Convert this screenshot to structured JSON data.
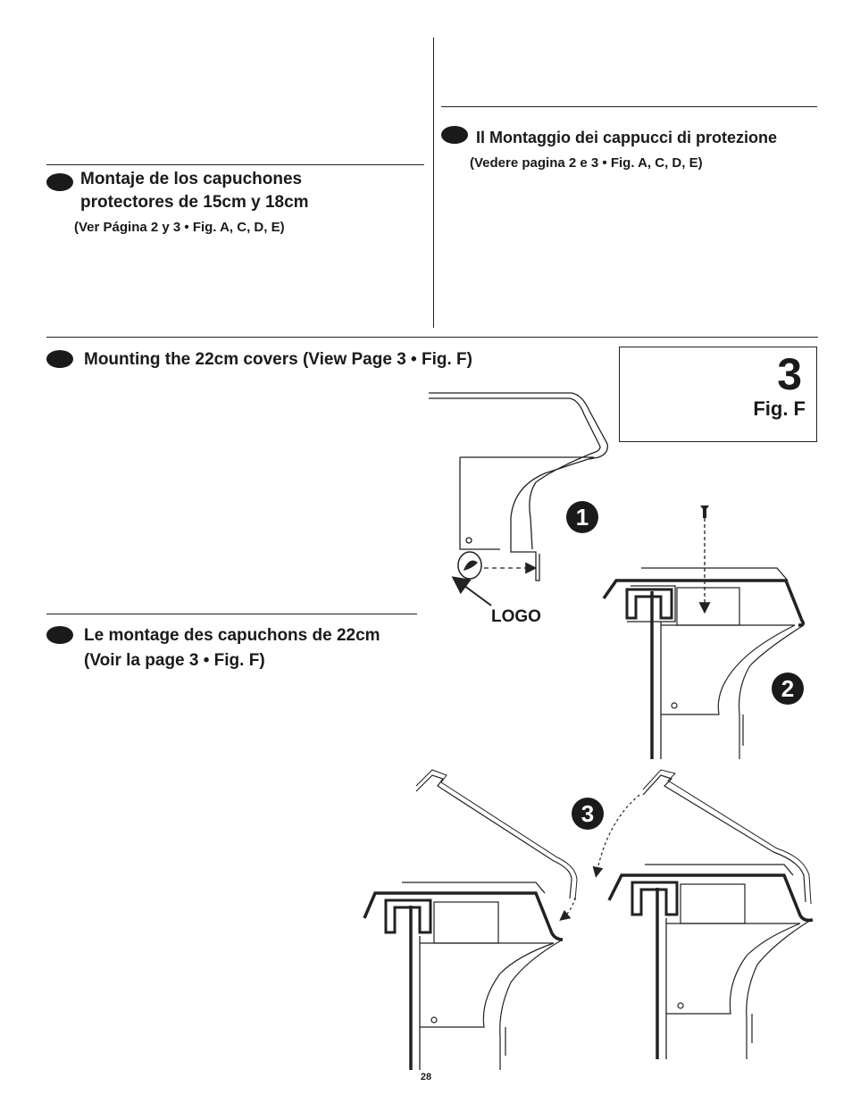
{
  "sections": {
    "spanish": {
      "title_line1": "Montaje de los capuchones",
      "title_line2": "protectores de 15cm y 18cm",
      "reference": "(Ver Página 2 y 3  • Fig. A, C, D, E)"
    },
    "italian": {
      "title": "Il Montaggio dei cappucci di protezione",
      "reference": "(Vedere pagina 2 e 3 • Fig. A, C, D, E)"
    },
    "english": {
      "title": "Mounting the 22cm covers (View Page 3 • Fig. F)"
    },
    "french": {
      "title_line1": "Le montage des capuchons de 22cm",
      "title_line2": "(Voir la page 3 • Fig. F)"
    }
  },
  "figure": {
    "page_ref": "3",
    "label": "Fig. F",
    "steps": [
      "1",
      "2",
      "3"
    ],
    "logo_label": "LOGO"
  },
  "page_number": "28"
}
